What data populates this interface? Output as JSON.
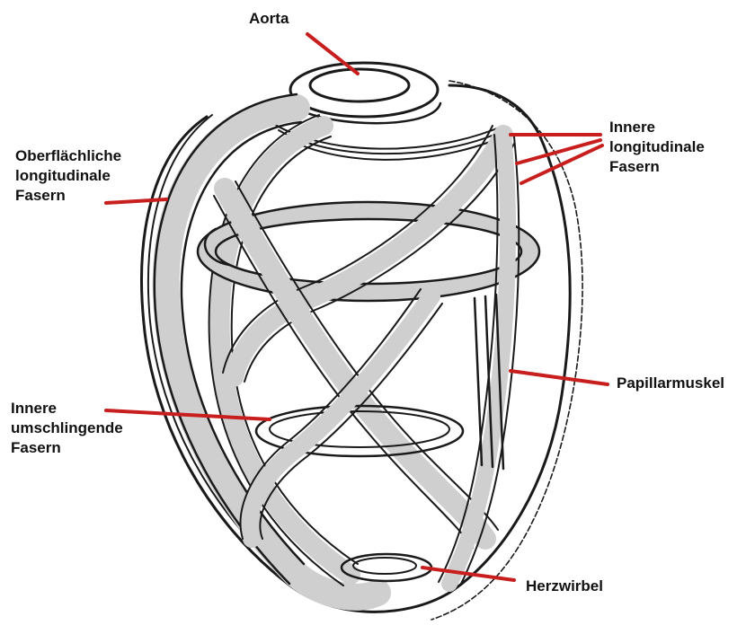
{
  "labels": {
    "aorta": "Aorta",
    "oberflaechliche": [
      "Oberflächliche",
      "longitudinale",
      "Fasern"
    ],
    "innere_longitudinale": [
      "Innere",
      "longitudinale",
      "Fasern"
    ],
    "papillarmuskel": "Papillarmuskel",
    "innere_umschlingende": [
      "Innere",
      "umschlingende",
      "Fasern"
    ],
    "herzwirbel": "Herzwirbel"
  },
  "colors": {
    "leader_line": "#c81e1e",
    "ink": "#1a1a1a",
    "fiber_fill": "#cfcfcf",
    "background": "#ffffff"
  }
}
